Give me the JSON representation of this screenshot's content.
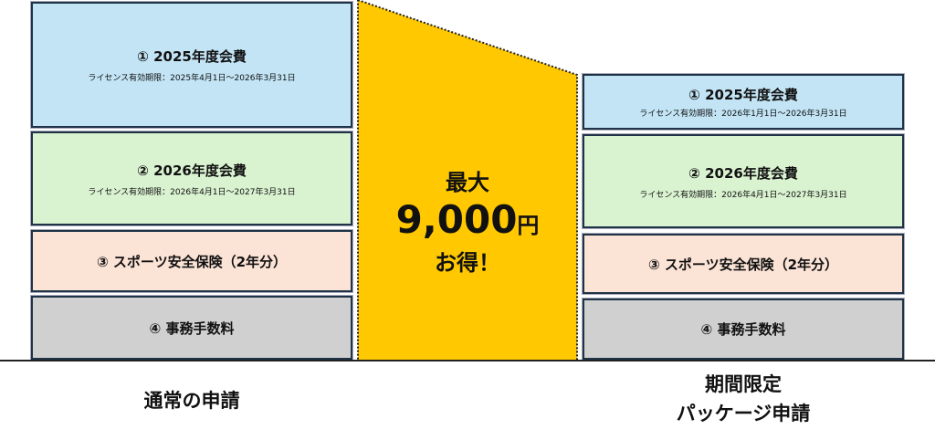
{
  "left": {
    "label": "通常の申請",
    "boxes": [
      {
        "title": "① 2025年度会費",
        "sub": "ライセンス有効期限：2025年4月1日～2026年3月31日"
      },
      {
        "title": "② 2026年度会費",
        "sub": "ライセンス有効期限：2026年4月1日～2027年3月31日"
      },
      {
        "title": "③ スポーツ安全保険（2年分）"
      },
      {
        "title": "④ 事務手数料"
      }
    ]
  },
  "right": {
    "label_line1": "期間限定",
    "label_line2": "パッケージ申請",
    "boxes": [
      {
        "title": "① 2025年度会費",
        "sub": "ライセンス有効期限：2026年1月1日～2026年3月31日"
      },
      {
        "title": "② 2026年度会費",
        "sub": "ライセンス有効期限：2026年4月1日～2027年3月31日"
      },
      {
        "title": "③ スポーツ安全保険（2年分）"
      },
      {
        "title": "④ 事務手数料"
      }
    ]
  },
  "savings": {
    "line1": "最大",
    "amount": "9,000",
    "unit": "円",
    "line3": "お得！",
    "color": "#ffc800"
  }
}
